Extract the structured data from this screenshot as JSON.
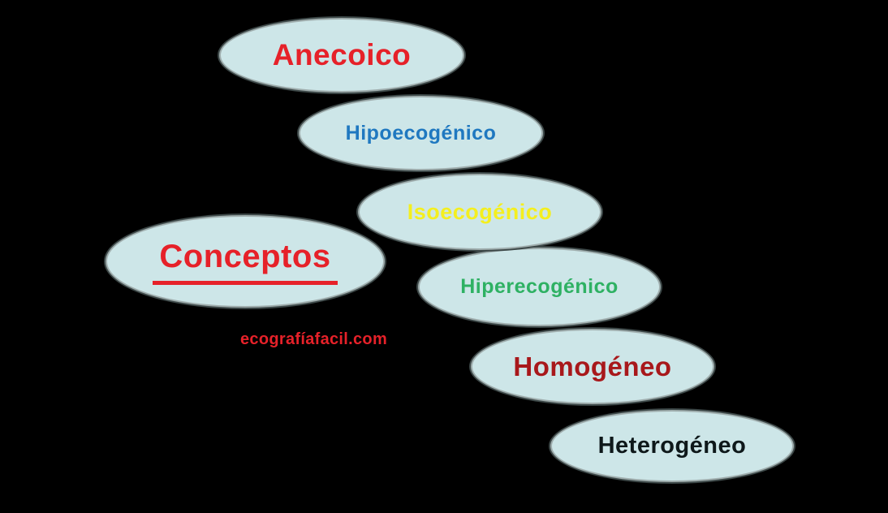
{
  "canvas": {
    "background": "#000000",
    "ellipse_fill": "#cde6e8",
    "ellipse_border": "#9fadad",
    "ellipse_outer_ring": "#3d4848"
  },
  "diagram": {
    "nodes": [
      {
        "id": "anecoico",
        "label": "Anecoico",
        "color": "#e62129",
        "underline": false
      },
      {
        "id": "hipoecogenico",
        "label": "Hipoecogénico",
        "color": "#1f78c0",
        "underline": false
      },
      {
        "id": "isoecogenico",
        "label": "Isoecogénico",
        "color": "#f4ef1f",
        "underline": false
      },
      {
        "id": "conceptos",
        "label": "Conceptos",
        "color": "#e62129",
        "underline": true
      },
      {
        "id": "hiperecogenico",
        "label": "Hiperecogénico",
        "color": "#2eb163",
        "underline": false
      },
      {
        "id": "homogeneo",
        "label": "Homogéneo",
        "color": "#a8181b",
        "underline": false
      },
      {
        "id": "heterogeneo",
        "label": "Heterogéneo",
        "color": "#0e181a",
        "underline": false
      }
    ]
  },
  "watermark": {
    "text": "ecografíafacil.com",
    "color": "#e62129"
  }
}
